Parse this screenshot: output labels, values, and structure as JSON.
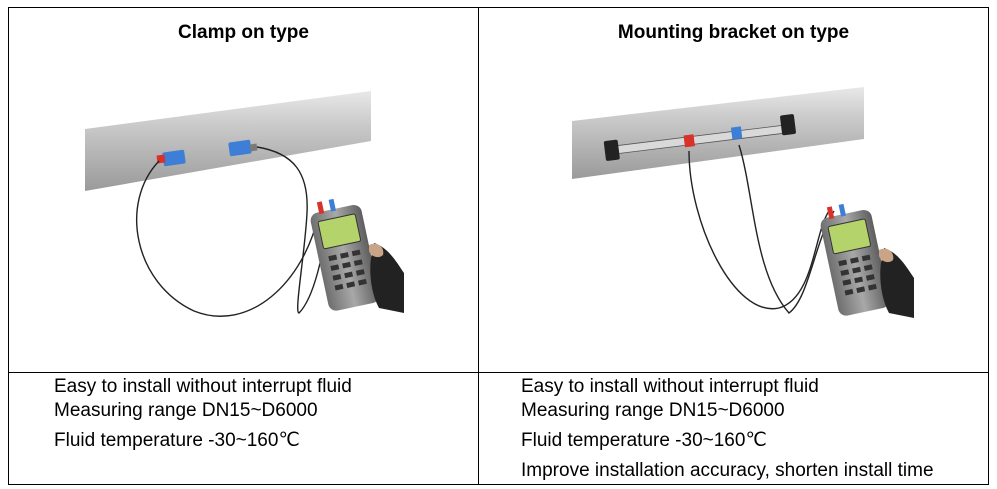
{
  "left_cell": {
    "title": "Clamp on type",
    "lines": [
      "Easy to install without interrupt fluid",
      "Measuring range DN15~D6000",
      "Fluid temperature -30~160℃"
    ]
  },
  "right_cell": {
    "title": "Mounting bracket on type",
    "lines": [
      "Easy to install without interrupt fluid",
      "Measuring range DN15~D6000",
      "Fluid temperature -30~160℃",
      "Improve installation accuracy, shorten install time"
    ]
  },
  "colors": {
    "pipe": "#b9b9b9",
    "sensor_blue": "#3d7fd6",
    "sensor_red": "#d8322a",
    "meter_body": "#8a8a8a",
    "meter_screen": "#b5d36b",
    "hand": "#222222"
  }
}
